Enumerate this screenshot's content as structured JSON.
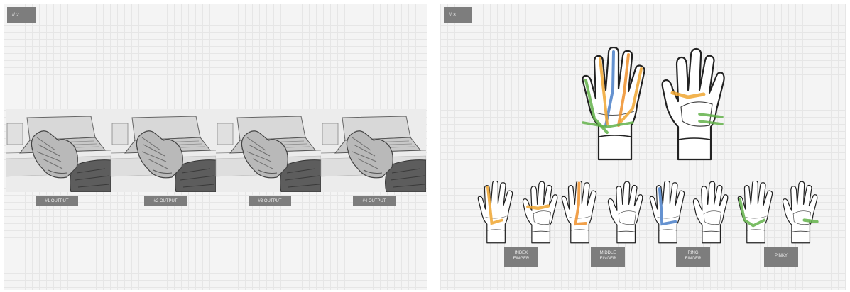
{
  "left_panel": {
    "page_number": "// 2",
    "outputs": [
      "#1 OUTPUT",
      "#2 OUTPUT",
      "#3 OUTPUT",
      "#4 OUTPUT"
    ]
  },
  "right_panel": {
    "page_number": "// 3",
    "fingers": [
      "INDEX\nFINGER",
      "MIDDLE\nFINGER",
      "RING\nFINGER",
      "PINKY"
    ]
  },
  "colors": {
    "index": "#f0a630",
    "middle": "#ee8f2a",
    "ring": "#4a7fc8",
    "pinky": "#63b14a",
    "label_bg": "#7d7d7d"
  }
}
